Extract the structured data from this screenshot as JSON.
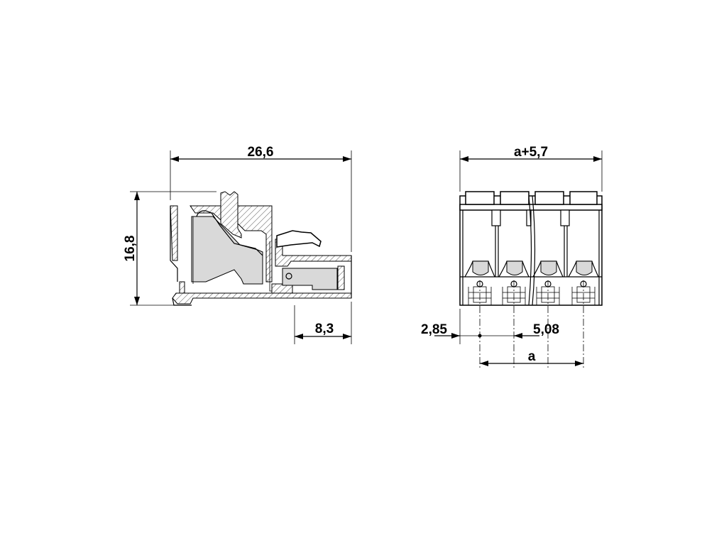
{
  "side_view": {
    "dim_length": "26,6",
    "dim_height": "16,8",
    "dim_pin_depth": "8,3"
  },
  "front_view": {
    "dim_width": "a+5,7",
    "dim_offset": "2,85",
    "dim_pitch": "5,08",
    "dim_a": "a",
    "positions": 4
  }
}
